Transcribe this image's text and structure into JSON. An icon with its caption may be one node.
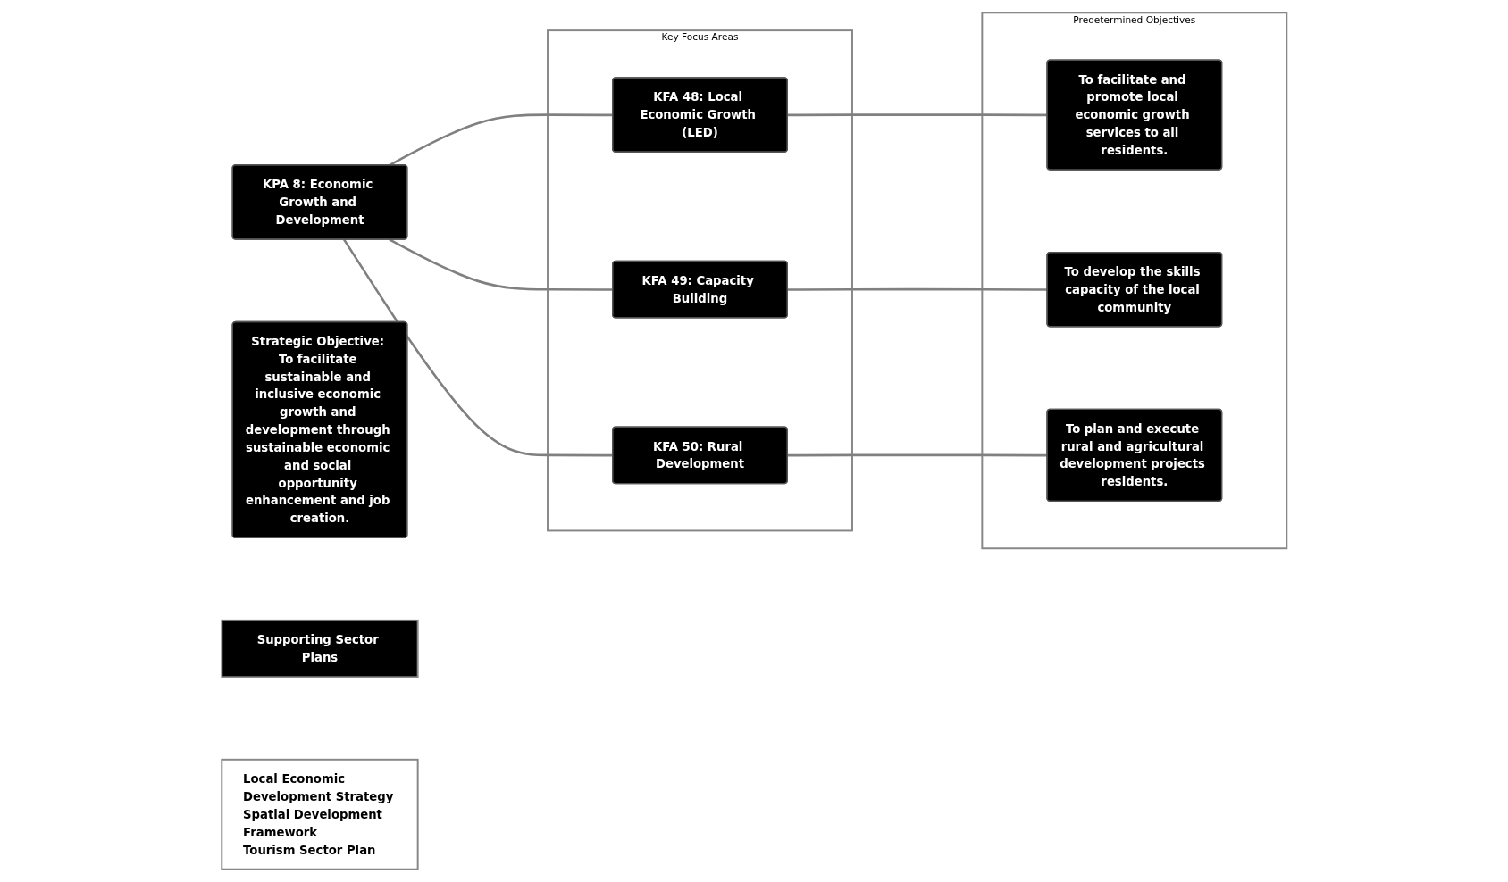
{
  "diagram": {
    "nodes": [
      {
        "text": [
          "KPA 8: Economic Growth and Development"
        ]
      },
      {
        "text": [
          "Strategic Objective: To facilitate sustainable and inclusive economic growth and development through sustainable economic and social opportunity enhancement and job creation."
        ]
      },
      {
        "text": [
          "Key Focus Areas"
        ]
      },
      {
        "text": [
          "KFA 48: Local Economic Growth (LED)"
        ],
        "in": 2
      },
      {
        "text": [
          "KFA 49: Capacity Building"
        ],
        "in": 2
      },
      {
        "text": [
          "KFA 50: Rural Development"
        ],
        "in": 2
      },
      {
        "text": [
          "Predetermined Objectives"
        ]
      },
      {
        "text": [
          "To facilitate and promote local economic growth services to all residents."
        ],
        "in": 6
      },
      {
        "text": [
          "To develop the skills capacity of the local community"
        ],
        "in": 6
      },
      {
        "text": [
          "To plan and execute rural and agricultural development projects residents."
        ],
        "in": 6
      },
      {
        "text": [
          "Supporting Sector Plans"
        ]
      },
      {
        "text": [
          "Local Economic Development Strategy",
          "Spatial Development Framework",
          "Tourism Sector Plan"
        ]
      }
    ],
    "edges": [
      {
        "from": 0,
        "to": 3,
        "arrow": "none"
      },
      {
        "from": 0,
        "to": 4,
        "arrow": "none"
      },
      {
        "from": 0,
        "to": 5,
        "arrow": "none"
      },
      {
        "from": 3,
        "to": 7,
        "arrow": "none"
      },
      {
        "from": 4,
        "to": 8,
        "arrow": "none"
      },
      {
        "from": 5,
        "to": 9,
        "arrow": "none"
      }
    ]
  }
}
